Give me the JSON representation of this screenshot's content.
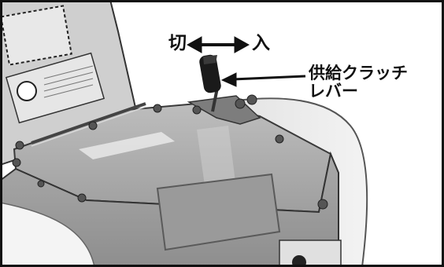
{
  "labels": {
    "switch_off": "切",
    "switch_on": "入",
    "lever_name_line1": "供給クラッチ",
    "lever_name_line2": "レバー"
  },
  "icons": {
    "direction_arrow": "double-headed-arrow-icon",
    "pointer_arrow": "pointer-arrow-icon"
  },
  "colors": {
    "frame": "#111111",
    "machine_body": "#c9c9c9",
    "lid": "#b4b4b4",
    "background": "#ffffff"
  }
}
